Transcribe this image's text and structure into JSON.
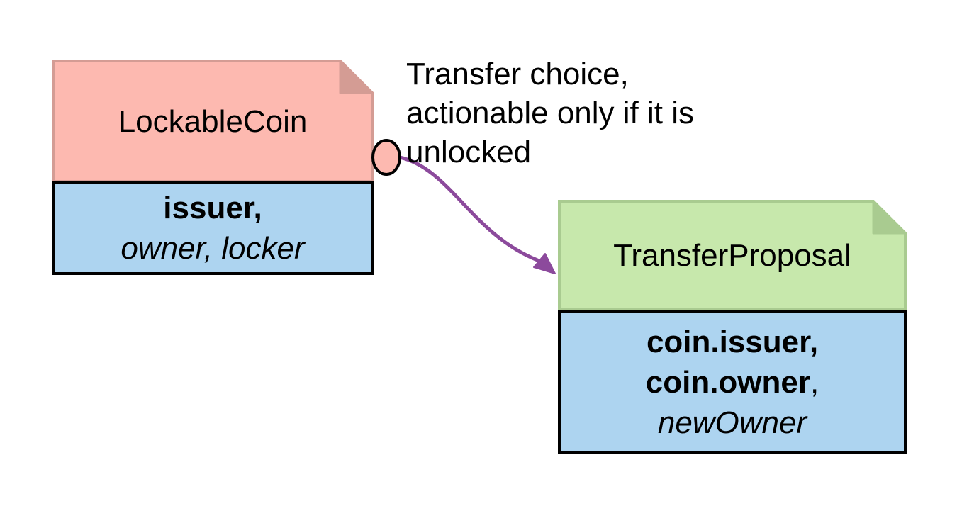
{
  "diagram": {
    "lockable_coin": {
      "title": "LockableCoin",
      "parties_bold": "issuer,",
      "parties_italic": "owner, locker"
    },
    "transfer_proposal": {
      "title": "TransferProposal",
      "line1_bold": "coin.issuer,",
      "line2_bold": "coin.owner",
      "line2_regular": ",",
      "line3_italic": "newOwner"
    },
    "annotation": {
      "lines": [
        "Transfer choice,",
        "actionable only if it is",
        "unlocked"
      ]
    },
    "colors": {
      "pink_fill": "#fdb9b0",
      "pink_border": "#d49c94",
      "green_fill": "#c7e8ac",
      "green_border": "#a9cb90",
      "blue_fill": "#add4f0",
      "box_border": "#000000",
      "arrow_purple": "#8c4a9c",
      "text": "#000000"
    }
  }
}
